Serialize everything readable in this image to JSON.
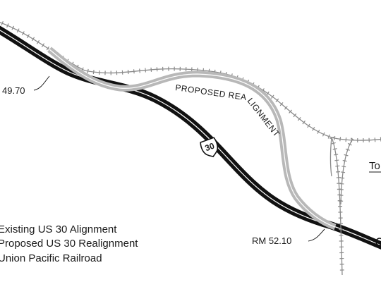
{
  "map": {
    "labels": {
      "rm_west": "49.70",
      "rm_east": "RM 52.10",
      "realignment": "PROPOSED REALIGNMENT",
      "town_cut": "To"
    },
    "shield": {
      "route_number": "30"
    },
    "legend": {
      "items": [
        {
          "text": "Existing US 30 Alignment"
        },
        {
          "text": "Proposed US 30 Realignment"
        },
        {
          "text": "Union Pacific Railroad"
        }
      ]
    },
    "colors": {
      "existing_highway": "#111111",
      "proposed_highway": "#b8b8b8",
      "railroad": "#8a8a8a",
      "background": "#ffffff"
    },
    "icons": [
      "us-route-shield-icon",
      "railroad-track-icon"
    ]
  }
}
